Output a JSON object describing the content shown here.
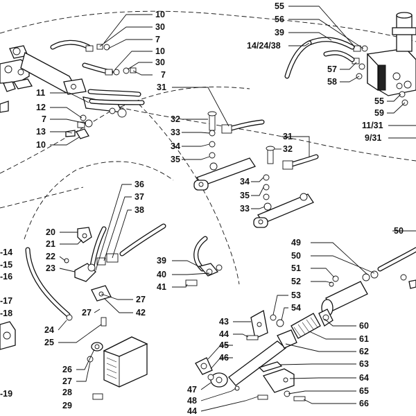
{
  "labels": [
    {
      "id": "l10a",
      "text": "10"
    },
    {
      "id": "l30a",
      "text": "30"
    },
    {
      "id": "l7a",
      "text": "7"
    },
    {
      "id": "l10b",
      "text": "10"
    },
    {
      "id": "l30b",
      "text": "30"
    },
    {
      "id": "l7b",
      "text": "7"
    },
    {
      "id": "l31a",
      "text": "31"
    },
    {
      "id": "l11",
      "text": "11"
    },
    {
      "id": "l12",
      "text": "12"
    },
    {
      "id": "l7c",
      "text": "7"
    },
    {
      "id": "l13",
      "text": "13"
    },
    {
      "id": "l10c",
      "text": "10"
    },
    {
      "id": "l55a",
      "text": "55"
    },
    {
      "id": "l56",
      "text": "56"
    },
    {
      "id": "l39a",
      "text": "39"
    },
    {
      "id": "l1424",
      "text": "14/24/38"
    },
    {
      "id": "l57",
      "text": "57"
    },
    {
      "id": "l58",
      "text": "58"
    },
    {
      "id": "l55b",
      "text": "55"
    },
    {
      "id": "l59",
      "text": "59"
    },
    {
      "id": "l1131",
      "text": "11/31"
    },
    {
      "id": "l931",
      "text": "9/31"
    },
    {
      "id": "l32a",
      "text": "32"
    },
    {
      "id": "l33a",
      "text": "33"
    },
    {
      "id": "l34a",
      "text": "34"
    },
    {
      "id": "l35a",
      "text": "35"
    },
    {
      "id": "l31b",
      "text": "31"
    },
    {
      "id": "l32b",
      "text": "32"
    },
    {
      "id": "l34b",
      "text": "34"
    },
    {
      "id": "l35b",
      "text": "35"
    },
    {
      "id": "l33b",
      "text": "33"
    },
    {
      "id": "l36",
      "text": "36"
    },
    {
      "id": "l37",
      "text": "37"
    },
    {
      "id": "l38",
      "text": "38"
    },
    {
      "id": "l20",
      "text": "20"
    },
    {
      "id": "l21",
      "text": "21"
    },
    {
      "id": "l22",
      "text": "22"
    },
    {
      "id": "l23",
      "text": "23"
    },
    {
      "id": "l27a",
      "text": "27"
    },
    {
      "id": "l42",
      "text": "42"
    },
    {
      "id": "l27b",
      "text": "27"
    },
    {
      "id": "l24",
      "text": "24"
    },
    {
      "id": "l25",
      "text": "25"
    },
    {
      "id": "l26",
      "text": "26"
    },
    {
      "id": "l27c",
      "text": "27"
    },
    {
      "id": "l28",
      "text": "28"
    },
    {
      "id": "l29",
      "text": "29"
    },
    {
      "id": "l39b",
      "text": "39"
    },
    {
      "id": "l40",
      "text": "40"
    },
    {
      "id": "l41",
      "text": "41"
    },
    {
      "id": "l14",
      "text": "-14"
    },
    {
      "id": "l15",
      "text": "-15"
    },
    {
      "id": "l16",
      "text": "-16"
    },
    {
      "id": "l17",
      "text": "-17"
    },
    {
      "id": "l18",
      "text": "-18"
    },
    {
      "id": "l19",
      "text": "-19"
    },
    {
      "id": "l50a",
      "text": "50"
    },
    {
      "id": "l49",
      "text": "49"
    },
    {
      "id": "l50b",
      "text": "50"
    },
    {
      "id": "l51",
      "text": "51"
    },
    {
      "id": "l52",
      "text": "52"
    },
    {
      "id": "l53",
      "text": "53"
    },
    {
      "id": "l54",
      "text": "54"
    },
    {
      "id": "l43",
      "text": "43"
    },
    {
      "id": "l44a",
      "text": "44"
    },
    {
      "id": "l45",
      "text": "45"
    },
    {
      "id": "l46",
      "text": "46"
    },
    {
      "id": "l47",
      "text": "47"
    },
    {
      "id": "l48",
      "text": "48"
    },
    {
      "id": "l44b",
      "text": "44"
    },
    {
      "id": "l60",
      "text": "60"
    },
    {
      "id": "l61",
      "text": "61"
    },
    {
      "id": "l62",
      "text": "62"
    },
    {
      "id": "l63",
      "text": "63"
    },
    {
      "id": "l64",
      "text": "64"
    },
    {
      "id": "l65",
      "text": "65"
    },
    {
      "id": "l66",
      "text": "66"
    }
  ]
}
